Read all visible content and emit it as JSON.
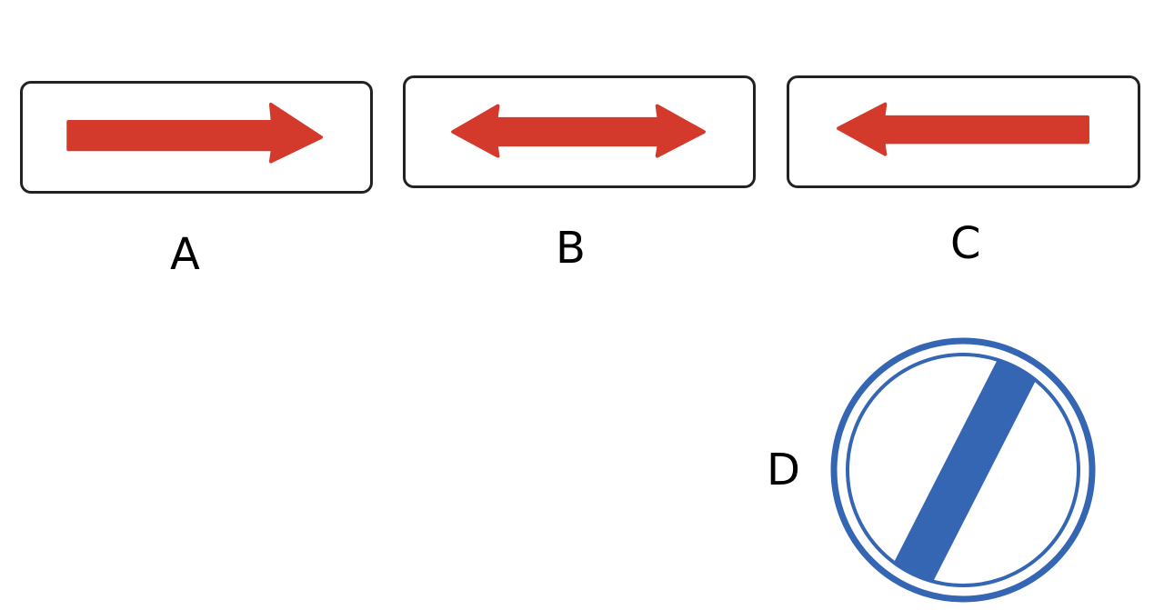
{
  "colors": {
    "arrow_red": "#d33a2c",
    "plate_border": "#222222",
    "sign_blue": "#3566b3",
    "background": "#ffffff"
  },
  "signs": [
    {
      "label": "A",
      "icon": "right-arrow-icon"
    },
    {
      "label": "B",
      "icon": "double-headed-arrow-icon"
    },
    {
      "label": "C",
      "icon": "left-arrow-icon"
    },
    {
      "label": "D",
      "icon": "end-of-restrictions-icon"
    }
  ]
}
